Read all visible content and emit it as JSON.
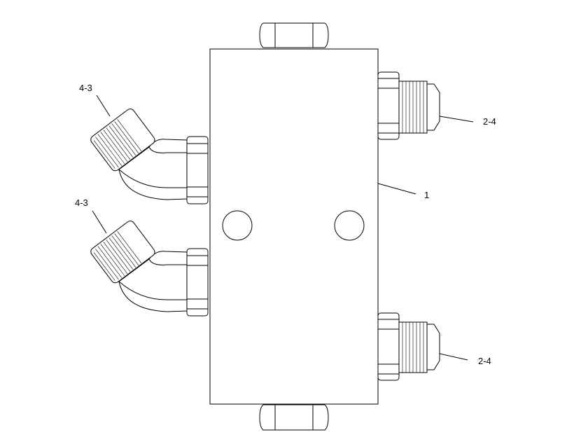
{
  "callouts": {
    "part_1": "1",
    "fitting_upper_right": "2-4",
    "fitting_lower_right": "2-4",
    "elbow_upper_left": "4-3",
    "elbow_lower_left": "4-3"
  }
}
